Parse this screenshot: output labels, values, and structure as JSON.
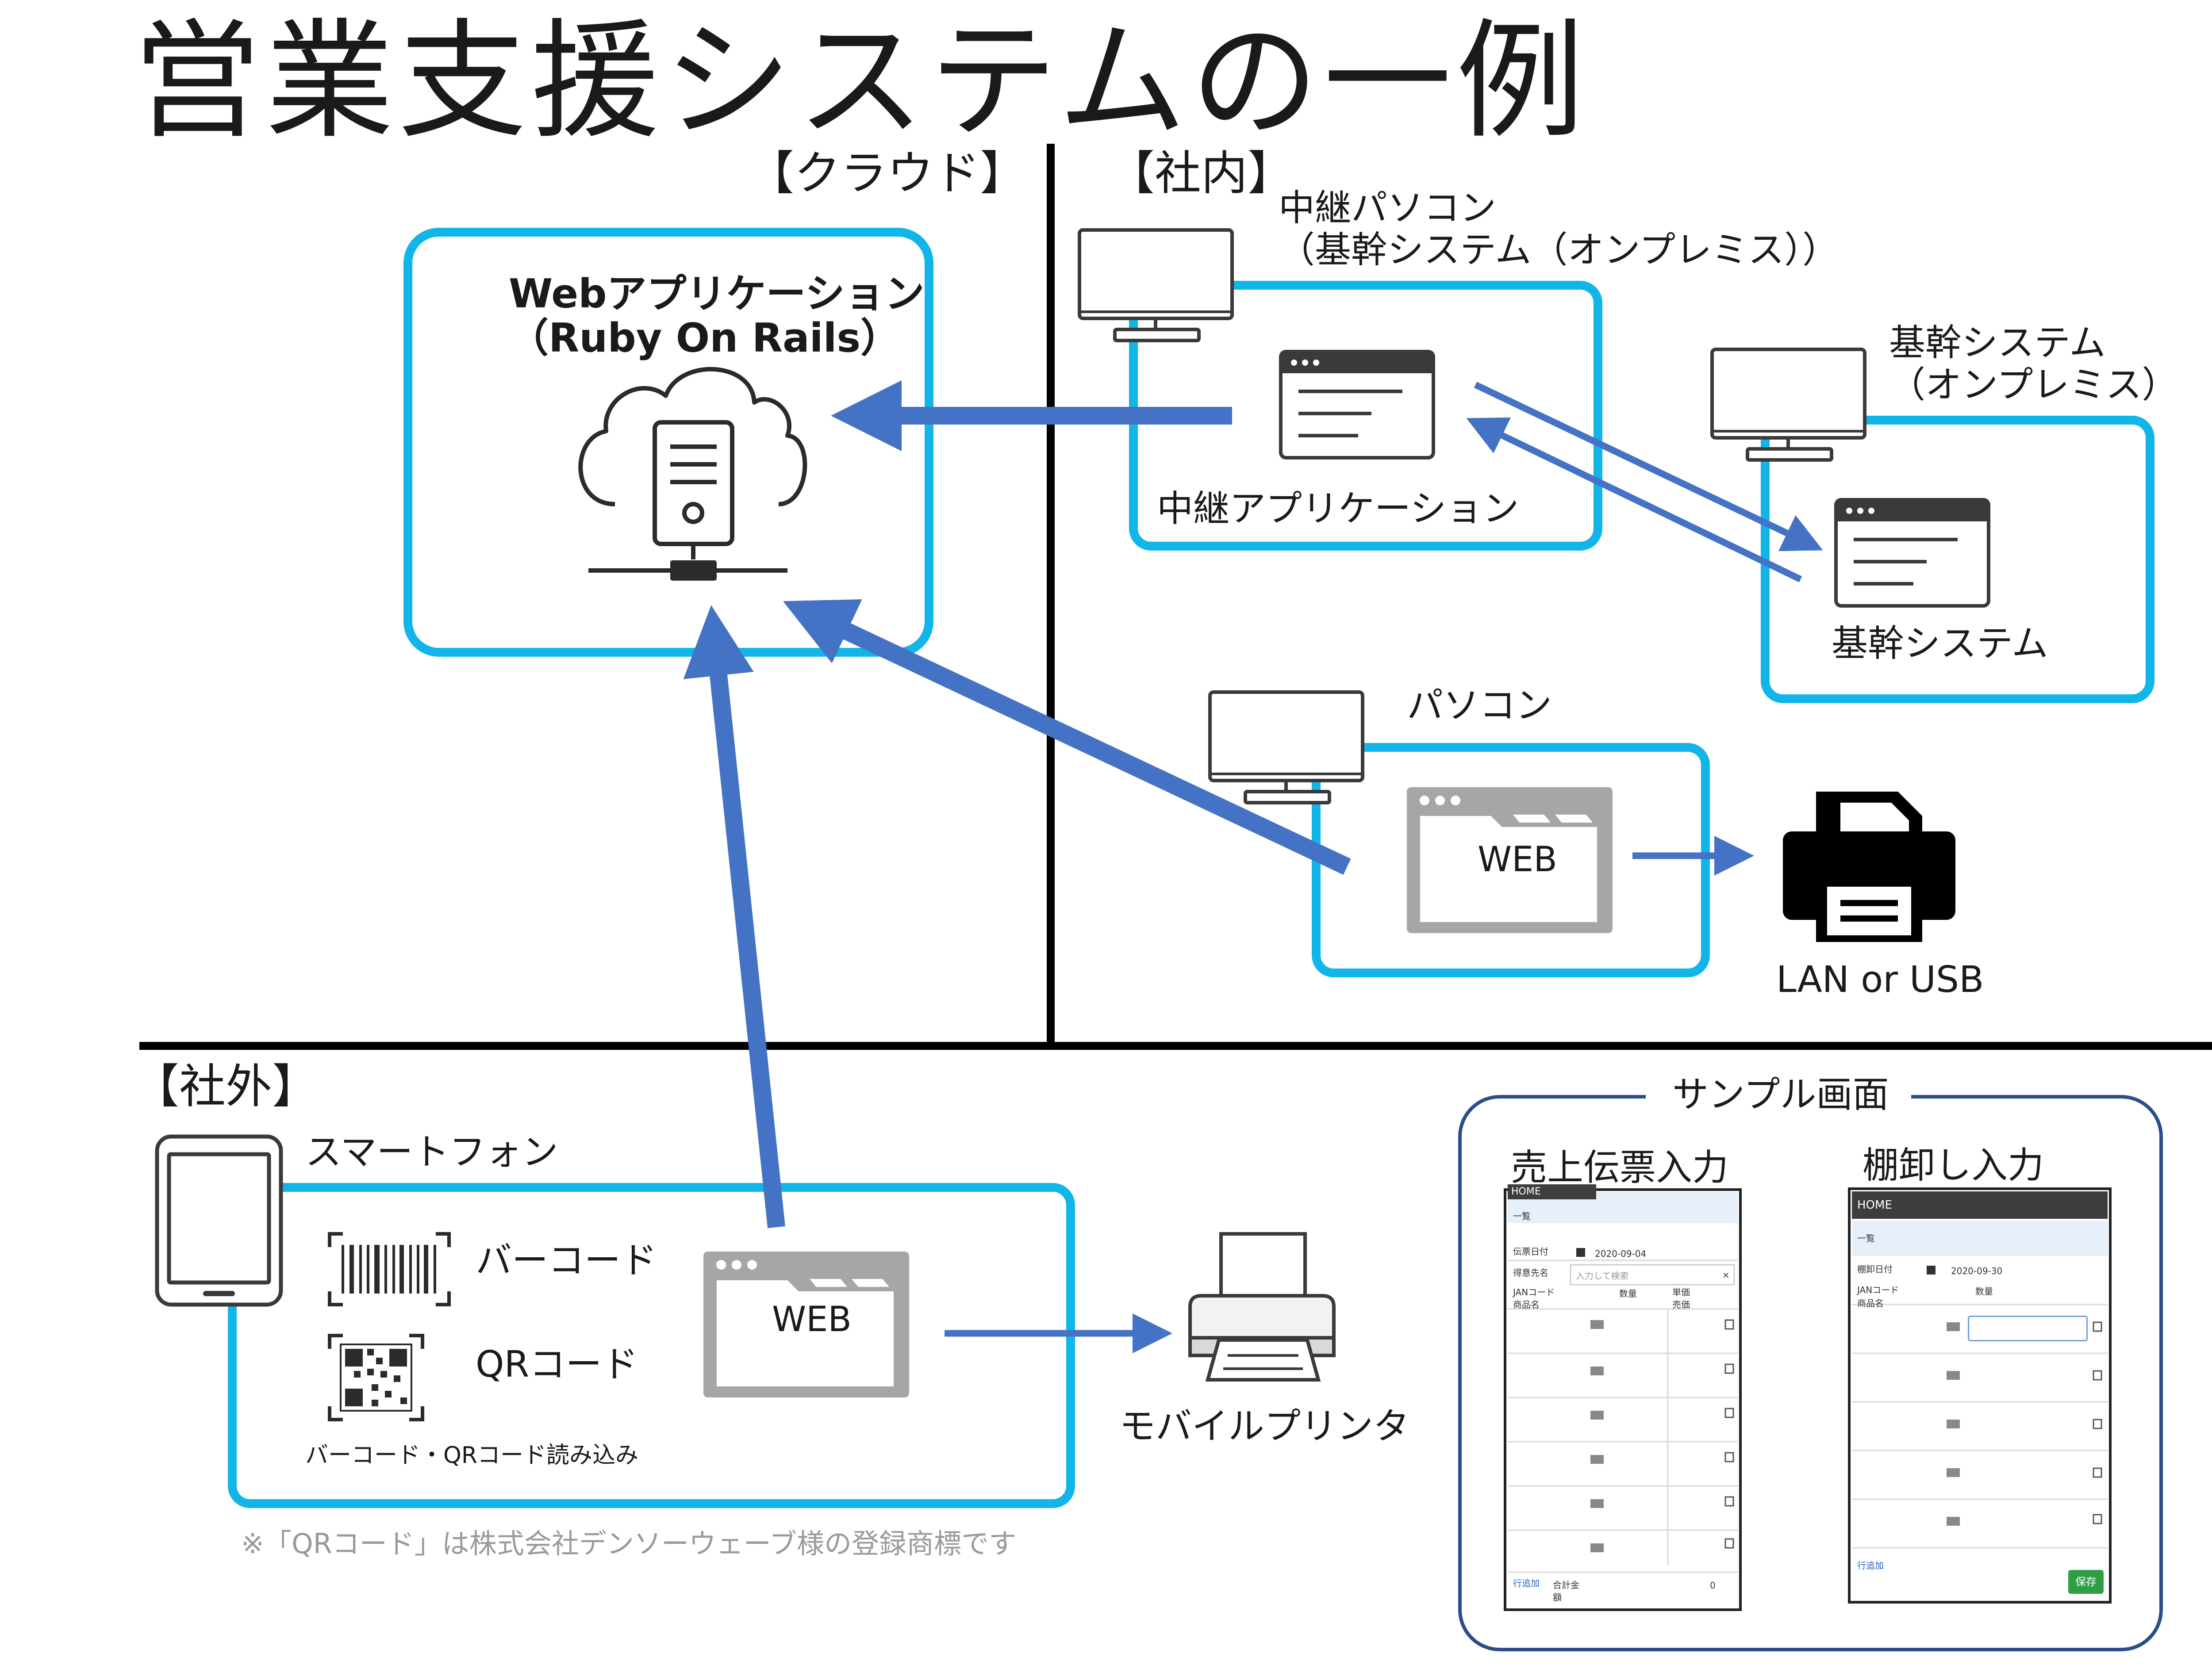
{
  "title": "営業支援システムの一例",
  "sections": {
    "cloud": "【クラウド】",
    "internal": "【社内】",
    "external": "【社外】"
  },
  "cloud_box": {
    "app_title": "Webアプリケーション",
    "app_subtitle": "（Ruby On Rails）"
  },
  "relay_pc": {
    "label_line1": "中継パソコン",
    "label_line2": "（基幹システム（オンプレミス））",
    "app_label": "中継アプリケーション"
  },
  "core_system": {
    "label_line1": "基幹システム",
    "label_line2": "（オンプレミス）",
    "app_label": "基幹システム"
  },
  "pc": {
    "label": "パソコン",
    "browser_label": "WEB",
    "printer_label": "LAN or USB"
  },
  "smartphone": {
    "label": "スマートフォン",
    "barcode_label": "バーコード",
    "qr_label": "QRコード",
    "reader_label": "バーコード・QRコード読み込み",
    "browser_label": "WEB",
    "printer_label": "モバイルプリンタ"
  },
  "note": "※「QRコード」は株式会社デンソーウェーブ様の登録商標です",
  "sample": {
    "title": "サンプル画面",
    "screen1": {
      "caption": "売上伝票入力",
      "header": "HOME",
      "subheader": "一覧",
      "date_label": "伝票日付",
      "date_value": "2020-09-04",
      "customer_label": "得意先名",
      "search_placeholder": "入力して検索",
      "clear_icon_text": "×",
      "col_jan": "JANコード",
      "col_name": "商品名",
      "col_qty": "数量",
      "col_unit": "単価",
      "col_price": "売価",
      "add_row": "行追加",
      "total_label": "合計金額",
      "total_value": "0"
    },
    "screen2": {
      "caption": "棚卸し入力",
      "header": "HOME",
      "subheader": "一覧",
      "date_label": "棚卸日付",
      "date_value": "2020-09-30",
      "col_jan": "JANコード",
      "col_name": "商品名",
      "col_qty": "数量",
      "add_row": "行追加",
      "save": "保存"
    }
  },
  "colors": {
    "box_border": "#12b5e8",
    "arrow": "#4472c4",
    "sample_border": "#2b4d8a",
    "divider": "#000000",
    "browser_gray": "#a6a6a6",
    "printer_black": "#000000"
  },
  "icons": [
    "monitor-icon",
    "app-window-icon",
    "cloud-server-icon",
    "browser-folder-icon",
    "printer-icon",
    "mobile-printer-icon",
    "tablet-icon",
    "barcode-icon",
    "qr-code-icon"
  ]
}
